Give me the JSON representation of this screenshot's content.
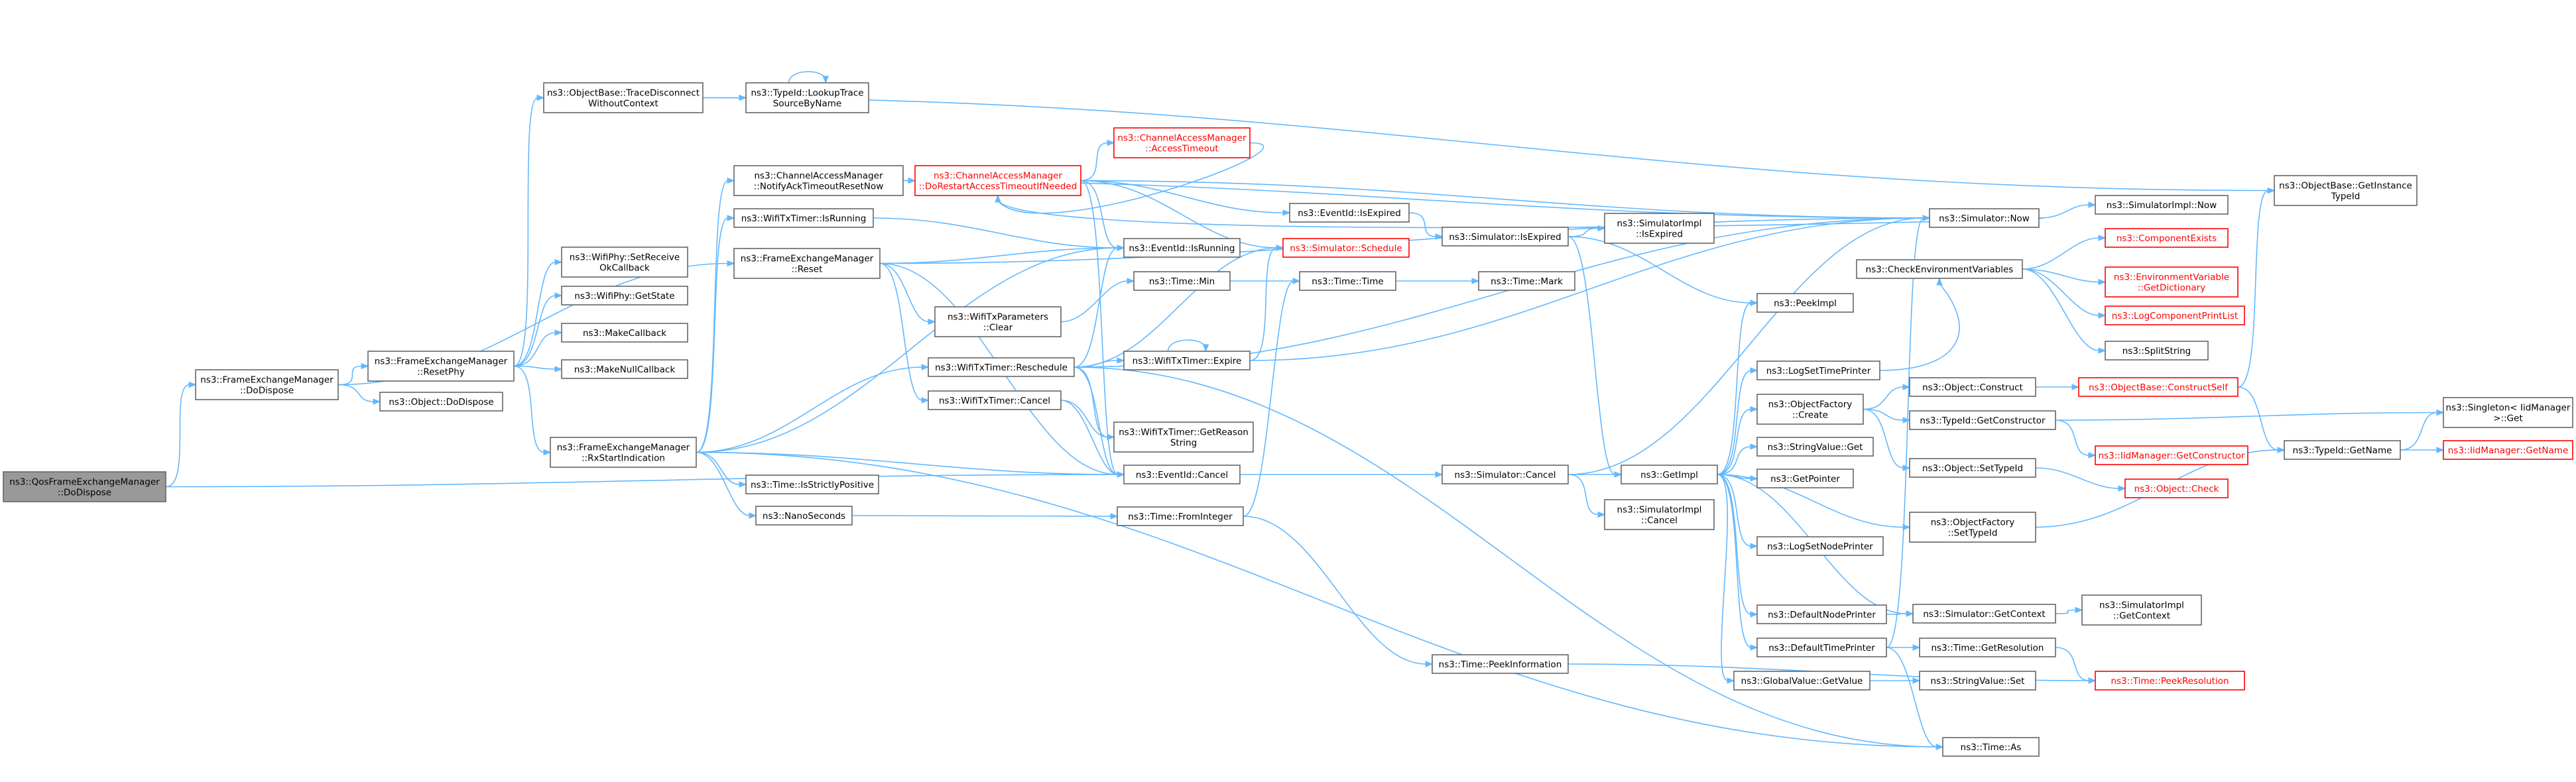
{
  "colors": {
    "edge": "#63b8ff",
    "node_border": "#666666",
    "root_fill": "#999999",
    "highlight": "#ff0000"
  },
  "nodes": [
    {
      "id": "root",
      "lines": [
        "ns3::QosFrameExchangeManager",
        "::DoDispose"
      ],
      "style": "root"
    },
    {
      "id": "fem_dodispose",
      "lines": [
        "ns3::FrameExchangeManager",
        "::DoDispose"
      ]
    },
    {
      "id": "fem_resetphy",
      "lines": [
        "ns3::FrameExchangeManager",
        "::ResetPhy"
      ]
    },
    {
      "id": "object_dodispose",
      "lines": [
        "ns3::Object::DoDispose"
      ]
    },
    {
      "id": "fem_rxstart",
      "lines": [
        "ns3::FrameExchangeManager",
        "::RxStartIndication"
      ]
    },
    {
      "id": "objectbase_trace",
      "lines": [
        "ns3::ObjectBase::TraceDisconnect",
        "WithoutContext"
      ]
    },
    {
      "id": "typeid_lookup",
      "lines": [
        "ns3::TypeId::LookupTrace",
        "SourceByName"
      ]
    },
    {
      "id": "wifiphy_setreceive",
      "lines": [
        "ns3::WifiPhy::SetReceive",
        "OkCallback"
      ]
    },
    {
      "id": "wifiphy_getstate",
      "lines": [
        "ns3::WifiPhy::GetState"
      ]
    },
    {
      "id": "makecallback",
      "lines": [
        "ns3::MakeCallback"
      ]
    },
    {
      "id": "makenullcallback",
      "lines": [
        "ns3::MakeNullCallback"
      ]
    },
    {
      "id": "cam_notifyack",
      "lines": [
        "ns3::ChannelAccessManager",
        "::NotifyAckTimeoutResetNow"
      ]
    },
    {
      "id": "wifitxtimer_isrunning",
      "lines": [
        "ns3::WifiTxTimer::IsRunning"
      ]
    },
    {
      "id": "fem_reset",
      "lines": [
        "ns3::FrameExchangeManager",
        "::Reset"
      ]
    },
    {
      "id": "wifitxtimer_reschedule",
      "lines": [
        "ns3::WifiTxTimer::Reschedule"
      ]
    },
    {
      "id": "wifitxtimer_cancel",
      "lines": [
        "ns3::WifiTxTimer::Cancel"
      ]
    },
    {
      "id": "time_isstrictlypositive",
      "lines": [
        "ns3::Time::IsStrictlyPositive"
      ]
    },
    {
      "id": "nanoseconds",
      "lines": [
        "ns3::NanoSeconds"
      ]
    },
    {
      "id": "cam_doreset",
      "lines": [
        "ns3::ChannelAccessManager",
        "::DoRestartAccessTimeoutIfNeeded"
      ],
      "style": "red"
    },
    {
      "id": "cam_accesstimeout",
      "lines": [
        "ns3::ChannelAccessManager",
        "::AccessTimeout"
      ],
      "style": "red"
    },
    {
      "id": "wifitxparams_clear",
      "lines": [
        "ns3::WifiTxParameters",
        "::Clear"
      ]
    },
    {
      "id": "eventid_isrunning",
      "lines": [
        "ns3::EventId::IsRunning"
      ]
    },
    {
      "id": "time_min",
      "lines": [
        "ns3::Time::Min"
      ]
    },
    {
      "id": "wifitxtimer_expire",
      "lines": [
        "ns3::WifiTxTimer::Expire"
      ]
    },
    {
      "id": "wifitxtimer_getreason",
      "lines": [
        "ns3::WifiTxTimer::GetReason",
        "String"
      ]
    },
    {
      "id": "eventid_cancel",
      "lines": [
        "ns3::EventId::Cancel"
      ]
    },
    {
      "id": "time_frominteger",
      "lines": [
        "ns3::Time::FromInteger"
      ]
    },
    {
      "id": "eventid_isexpired",
      "lines": [
        "ns3::EventId::IsExpired"
      ]
    },
    {
      "id": "simulator_schedule",
      "lines": [
        "ns3::Simulator::Schedule"
      ],
      "style": "red"
    },
    {
      "id": "time_time",
      "lines": [
        "ns3::Time::Time"
      ]
    },
    {
      "id": "simulator_isexpired",
      "lines": [
        "ns3::Simulator::IsExpired"
      ]
    },
    {
      "id": "time_mark",
      "lines": [
        "ns3::Time::Mark"
      ]
    },
    {
      "id": "simulatorimpl_isexpired",
      "lines": [
        "ns3::SimulatorImpl",
        "::IsExpired"
      ]
    },
    {
      "id": "simulator_cancel",
      "lines": [
        "ns3::Simulator::Cancel"
      ]
    },
    {
      "id": "time_peekinformation",
      "lines": [
        "ns3::Time::PeekInformation"
      ]
    },
    {
      "id": "simulator_now",
      "lines": [
        "ns3::Simulator::Now"
      ]
    },
    {
      "id": "simulatorimpl_now",
      "lines": [
        "ns3::SimulatorImpl::Now"
      ]
    },
    {
      "id": "peekimpl",
      "lines": [
        "ns3::PeekImpl"
      ]
    },
    {
      "id": "getimpl",
      "lines": [
        "ns3::GetImpl"
      ]
    },
    {
      "id": "simulatorimpl_cancel",
      "lines": [
        "ns3::SimulatorImpl",
        "::Cancel"
      ]
    },
    {
      "id": "logsettimeprinter",
      "lines": [
        "ns3::LogSetTimePrinter"
      ]
    },
    {
      "id": "objectfactory_create",
      "lines": [
        "ns3::ObjectFactory",
        "::Create"
      ]
    },
    {
      "id": "stringvalue_get",
      "lines": [
        "ns3::StringValue::Get"
      ]
    },
    {
      "id": "getpointer",
      "lines": [
        "ns3::GetPointer"
      ]
    },
    {
      "id": "logsetnodeprinter",
      "lines": [
        "ns3::LogSetNodePrinter"
      ]
    },
    {
      "id": "defaultnodeprinter",
      "lines": [
        "ns3::DefaultNodePrinter"
      ]
    },
    {
      "id": "defaulttimeprinter",
      "lines": [
        "ns3::DefaultTimePrinter"
      ]
    },
    {
      "id": "globalvalue_getvalue",
      "lines": [
        "ns3::GlobalValue::GetValue"
      ]
    },
    {
      "id": "time_as",
      "lines": [
        "ns3::Time::As"
      ]
    },
    {
      "id": "checkenv",
      "lines": [
        "ns3::CheckEnvironmentVariables"
      ]
    },
    {
      "id": "componentexists",
      "lines": [
        "ns3::ComponentExists"
      ],
      "style": "red"
    },
    {
      "id": "envvar_getdict",
      "lines": [
        "ns3::EnvironmentVariable",
        "::GetDictionary"
      ],
      "style": "red"
    },
    {
      "id": "logcomponentprintlist",
      "lines": [
        "ns3::LogComponentPrintList"
      ],
      "style": "red"
    },
    {
      "id": "splitstring",
      "lines": [
        "ns3::SplitString"
      ]
    },
    {
      "id": "object_construct",
      "lines": [
        "ns3::Object::Construct"
      ]
    },
    {
      "id": "typeid_getconstructor",
      "lines": [
        "ns3::TypeId::GetConstructor"
      ]
    },
    {
      "id": "iidmanager_getconstructor",
      "lines": [
        "ns3::IidManager::GetConstructor"
      ],
      "style": "red"
    },
    {
      "id": "object_settypeid",
      "lines": [
        "ns3::Object::SetTypeId"
      ]
    },
    {
      "id": "object_check",
      "lines": [
        "ns3::Object::Check"
      ],
      "style": "red"
    },
    {
      "id": "objectfactory_settypeid",
      "lines": [
        "ns3::ObjectFactory",
        "::SetTypeId"
      ]
    },
    {
      "id": "simulator_getcontext",
      "lines": [
        "ns3::Simulator::GetContext"
      ]
    },
    {
      "id": "simulatorimpl_getcontext",
      "lines": [
        "ns3::SimulatorImpl",
        "::GetContext"
      ]
    },
    {
      "id": "time_getresolution",
      "lines": [
        "ns3::Time::GetResolution"
      ]
    },
    {
      "id": "stringvalue_set",
      "lines": [
        "ns3::StringValue::Set"
      ]
    },
    {
      "id": "time_peekresolution",
      "lines": [
        "ns3::Time::PeekResolution"
      ],
      "style": "red"
    },
    {
      "id": "objectbase_constructself",
      "lines": [
        "ns3::ObjectBase::ConstructSelf"
      ],
      "style": "red"
    },
    {
      "id": "objectbase_getinstancetypeid",
      "lines": [
        "ns3::ObjectBase::GetInstance",
        "TypeId"
      ]
    },
    {
      "id": "typeid_getname",
      "lines": [
        "ns3::TypeId::GetName"
      ]
    },
    {
      "id": "singleton_get",
      "lines": [
        "ns3::Singleton< IidManager",
        ">::Get"
      ]
    },
    {
      "id": "iidmanager_getname",
      "lines": [
        "ns3::IidManager::GetName"
      ],
      "style": "red"
    }
  ]
}
